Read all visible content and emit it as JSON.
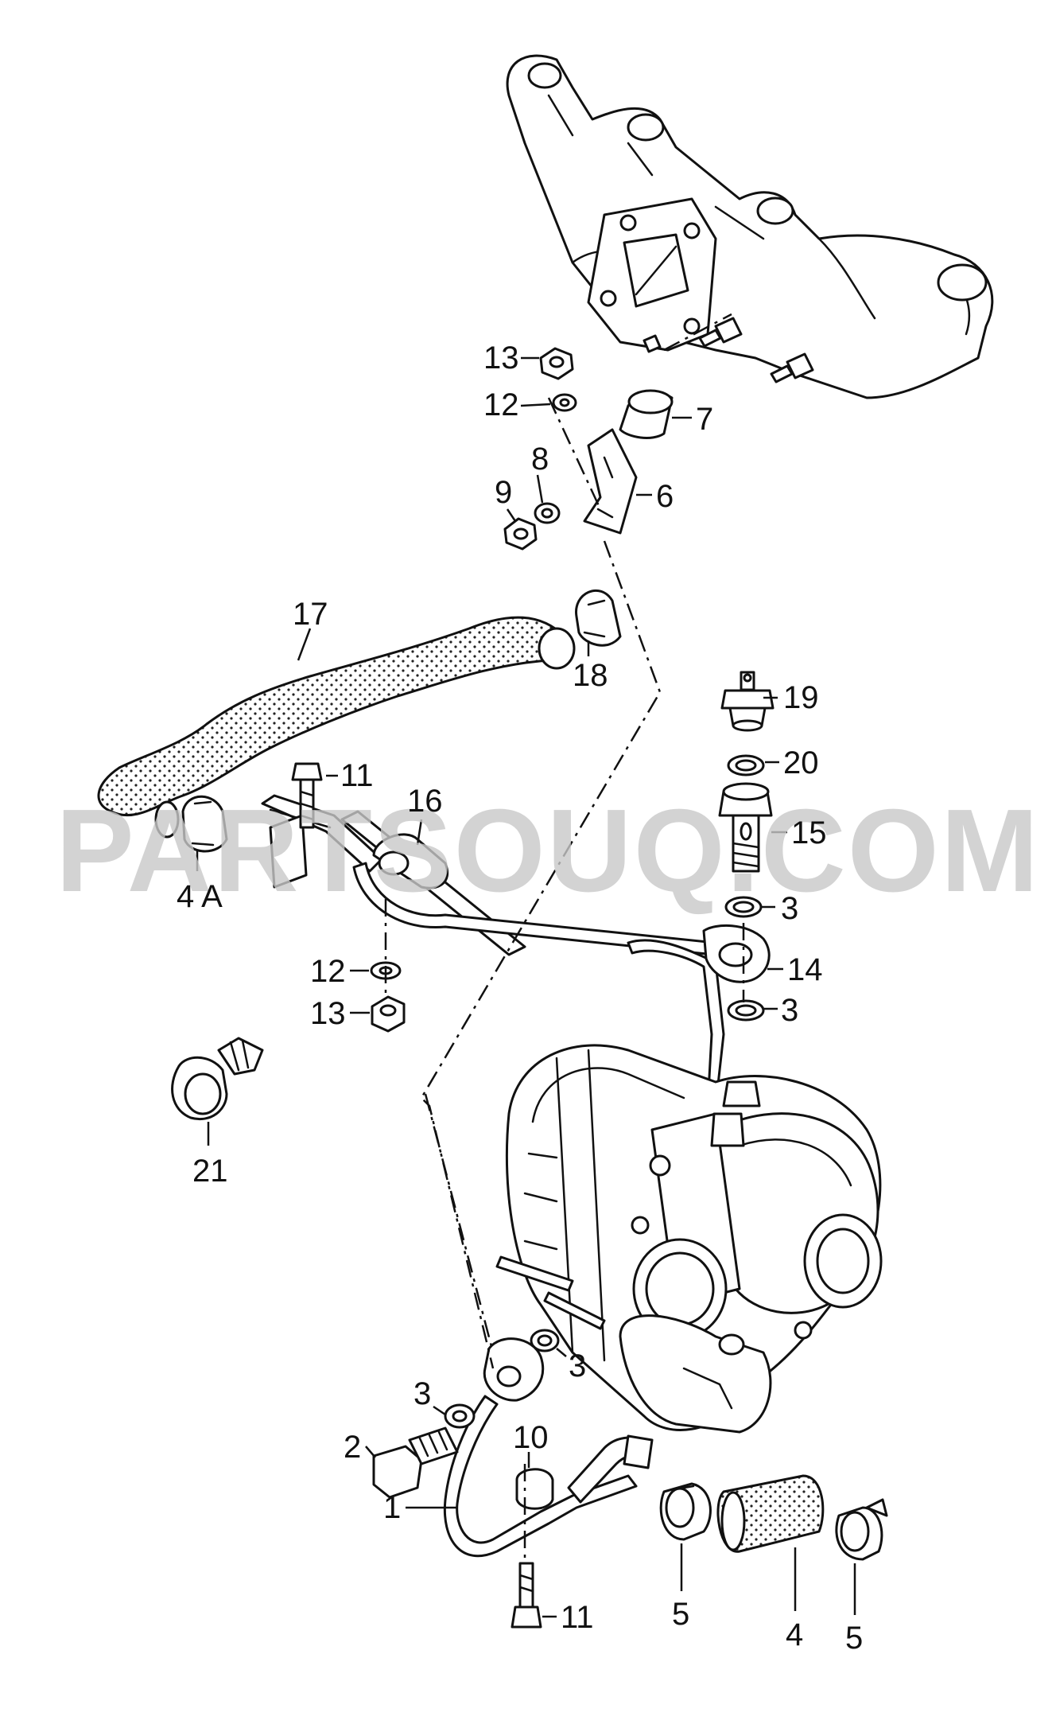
{
  "watermark": "PARTSOUQ.COM",
  "callouts": {
    "c1": "1",
    "c2": "2",
    "c3a": "3",
    "c3b": "3",
    "c3c": "3",
    "c3d": "3",
    "c4": "4",
    "c4a": "4 A",
    "c5a": "5",
    "c5b": "5",
    "c6": "6",
    "c7": "7",
    "c8": "8",
    "c9": "9",
    "c10": "10",
    "c11a": "11",
    "c11b": "11",
    "c12a": "12",
    "c12b": "12",
    "c13a": "13",
    "c13b": "13",
    "c14": "14",
    "c15": "15",
    "c16": "16",
    "c17": "17",
    "c18": "18",
    "c19": "19",
    "c20": "20",
    "c21": "21"
  }
}
